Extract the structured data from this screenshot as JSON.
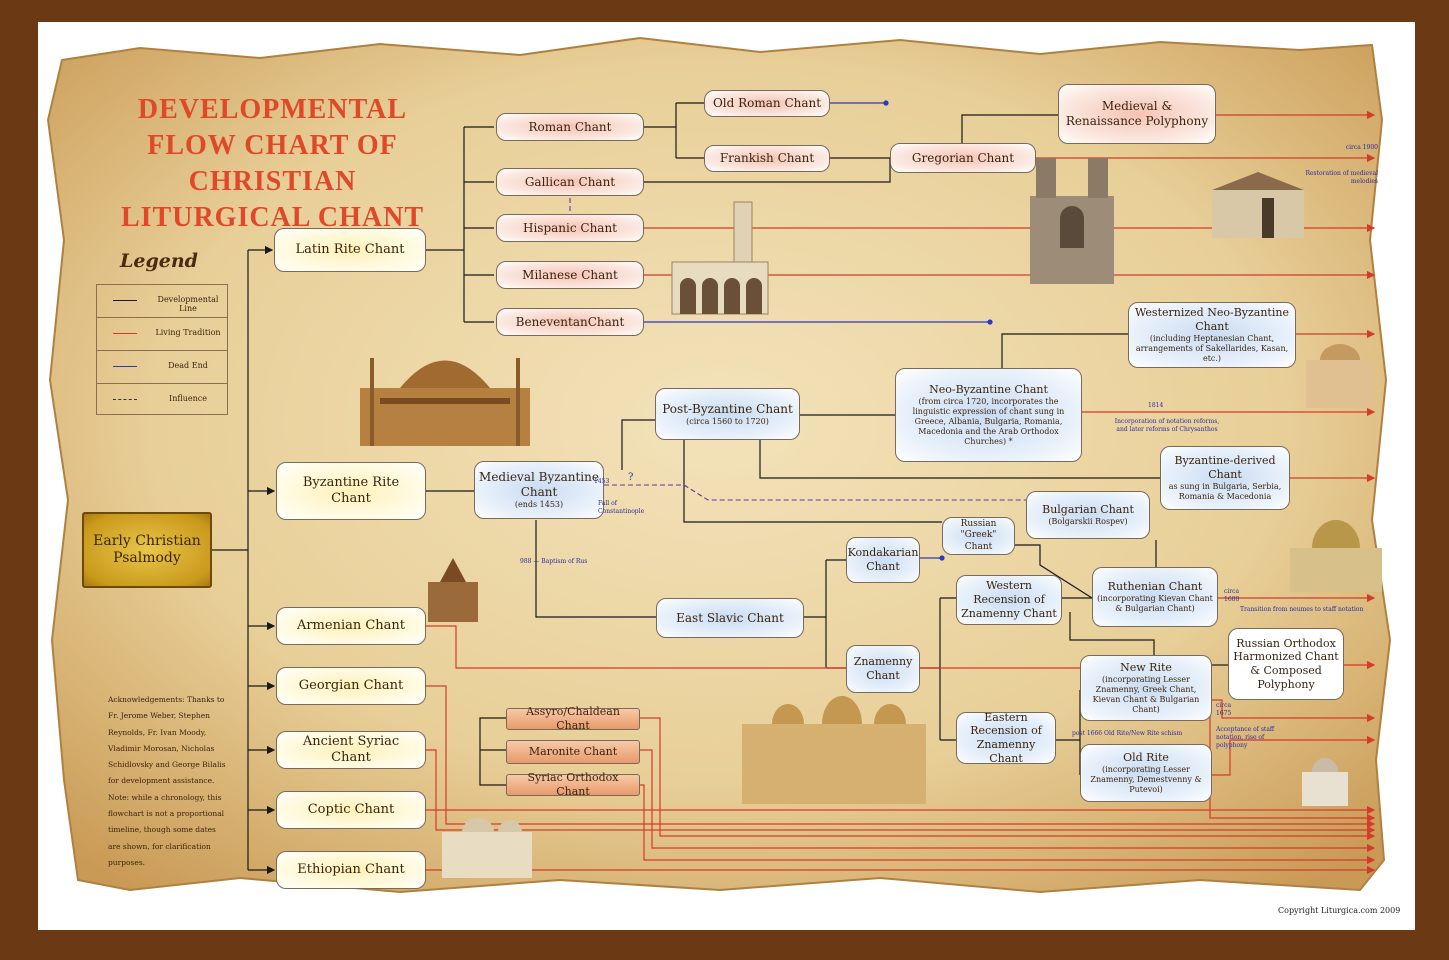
{
  "title": "DEVELOPMENTAL FLOW CHART OF CHRISTIAN LITURGICAL CHANT",
  "legend": {
    "title": "Legend",
    "items": [
      {
        "label": "Developmental Line",
        "color": "#000000",
        "style": "arrow"
      },
      {
        "label": "Living Tradition",
        "color": "#d63a2a",
        "style": "arrow"
      },
      {
        "label": "Dead End",
        "color": "#2a3ac0",
        "style": "dot"
      },
      {
        "label": "Influence",
        "color": "#333333",
        "style": "dashed"
      }
    ]
  },
  "nodes": {
    "early": "Early Christian Psalmody",
    "latin": "Latin Rite Chant",
    "byzantine": "Byzantine Rite Chant",
    "armenian": "Armenian Chant",
    "georgian": "Georgian Chant",
    "syriac": "Ancient Syriac Chant",
    "coptic": "Coptic Chant",
    "ethiopian": "Ethiopian Chant",
    "roman": "Roman Chant",
    "gallican": "Gallican Chant",
    "hispanic": "Hispanic Chant",
    "milanese": "Milanese Chant",
    "beneventan": "BeneventanChant",
    "old_roman": "Old Roman Chant",
    "frankish": "Frankish Chant",
    "gregorian": "Gregorian Chant",
    "polyphony": "Medieval & Renaissance Polyphony",
    "medieval_byz": "Medieval Byzantine Chant",
    "medieval_byz_sub": "(ends 1453)",
    "post_byz": "Post-Byzantine Chant",
    "post_byz_sub": "(circa 1560 to 1720)",
    "neo_byz": "Neo-Byzantine Chant",
    "neo_byz_sub": "(from circa 1720, incorporates the linguistic expression of chant sung in Greece, Albania, Bulgaria, Romania, Macedonia and the Arab Orthodox Churches) *",
    "westernized": "Westernized Neo-Byzantine Chant",
    "westernized_sub": "(including Heptanesian Chant, arrangements of Sakellarides, Kasan, etc.)",
    "byz_derived": "Byzantine-derived Chant",
    "byz_derived_sub": "as sung in Bulgaria, Serbia, Romania & Macedonia",
    "bulgarian": "Bulgarian Chant",
    "bulgarian_sub": "(Bolgarskii Rospev)",
    "russian_greek": "Russian \"Greek\" Chant",
    "kondakarian": "Kondakarian Chant",
    "east_slavic": "East Slavic Chant",
    "znamenny": "Znamenny Chant",
    "western_rec": "Western Recension of Znamenny Chant",
    "eastern_rec": "Eastern Recension of Znamenny Chant",
    "ruthenian": "Ruthenian Chant",
    "ruthenian_sub": "(incorporating Kievan Chant & Bulgarian Chant)",
    "new_rite": "New Rite",
    "new_rite_sub": "(incorporating Lesser Znamenny, Greek Chant, Kievan Chant & Bulgarian Chant)",
    "old_rite": "Old Rite",
    "old_rite_sub": "(incorporating Lesser Znamenny, Demestvenny & Putevoi)",
    "russian_orth": "Russian Orthodox Harmonized Chant & Composed Polyphony",
    "assyro": "Assyro/Chaldean Chant",
    "maronite": "Maronite Chant",
    "syriac_orth": "Syriac Orthodox Chant"
  },
  "notes": {
    "n1453": "1453",
    "fall": "Fall of Constantinople",
    "q": "?",
    "baptism": "988 — Baptism of Rus",
    "c1900": "circa 1900",
    "restoration": "Restoration of medieval melodies",
    "n1814": "1814",
    "notation_reform": "Incorporation of notation reforms, and later reforms of Chrysanthos",
    "c1600": "circa 1600",
    "transition": "Transition from neumes to staff notation",
    "schism": "post 1666 Old Rite/New Rite schism",
    "c1675": "circa 1675",
    "staff": "Acceptance of staff notation, rise of polyphony"
  },
  "acknowledgements": "Acknowledgements: Thanks to Fr. Jerome Weber, Stephen Reynolds, Fr. Ivan Moody, Vladimir Morosan, Nicholas Schidlovsky and George Bilalis for development assistance. Note: while a chronology, this flowchart is not a proportional timeline, though some dates are shown, for clarification purposes.",
  "copyright": "Copyright Liturgica.com 2009",
  "colors": {
    "developmental": "#1a1a1a",
    "living": "#d63a2a",
    "dead": "#2a3ac0",
    "title": "#e0482a"
  }
}
